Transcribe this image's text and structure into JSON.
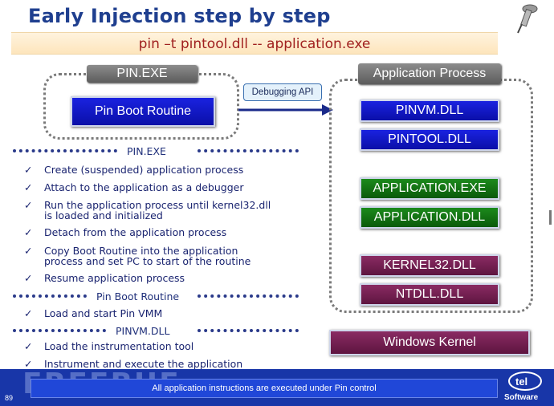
{
  "title": "Early Injection step by step",
  "command": "pin –t  pintool.dll -- application.exe",
  "pin_exe": {
    "header": "PIN.EXE",
    "boot": "Pin Boot Routine"
  },
  "callout": "Debugging API",
  "app_process": {
    "header": "Application Process",
    "modules": [
      {
        "label": "PINVM.DLL",
        "color": "#0a0fa8"
      },
      {
        "label": "PINTOOL.DLL",
        "color": "#0a0fa8"
      },
      {
        "label": "APPLICATION.EXE",
        "color": "#0a5a0a"
      },
      {
        "label": "APPLICATION.DLL",
        "color": "#0a5a0a"
      },
      {
        "label": "KERNEL32.DLL",
        "color": "#5e1540"
      },
      {
        "label": "NTDLL.DLL",
        "color": "#5e1540"
      }
    ]
  },
  "kernel": "Windows Kernel",
  "sections": [
    {
      "name": "PIN.EXE",
      "items": [
        "Create (suspended) application process",
        "Attach to the application as a debugger",
        "Run the application process until kernel32.dll\nis loaded and initialized",
        "Detach from the application process",
        "Copy Boot Routine into the application\nprocess and set PC to start of the routine",
        "Resume application process"
      ]
    },
    {
      "name": "Pin Boot Routine",
      "items": [
        "Load and start Pin VMM"
      ]
    },
    {
      "name": "PINVM.DLL",
      "items": [
        "Load the instrumentation tool",
        "Instrument and execute the application"
      ]
    }
  ],
  "check_glyph": "✓",
  "footer": {
    "banner": "All application instructions are executed under Pin control",
    "page": "89",
    "watermark": "FREEBUF",
    "brand": "Software"
  },
  "icons": [
    "pin-tool-icon",
    "intel-logo-icon",
    "arrow-right-icon"
  ]
}
